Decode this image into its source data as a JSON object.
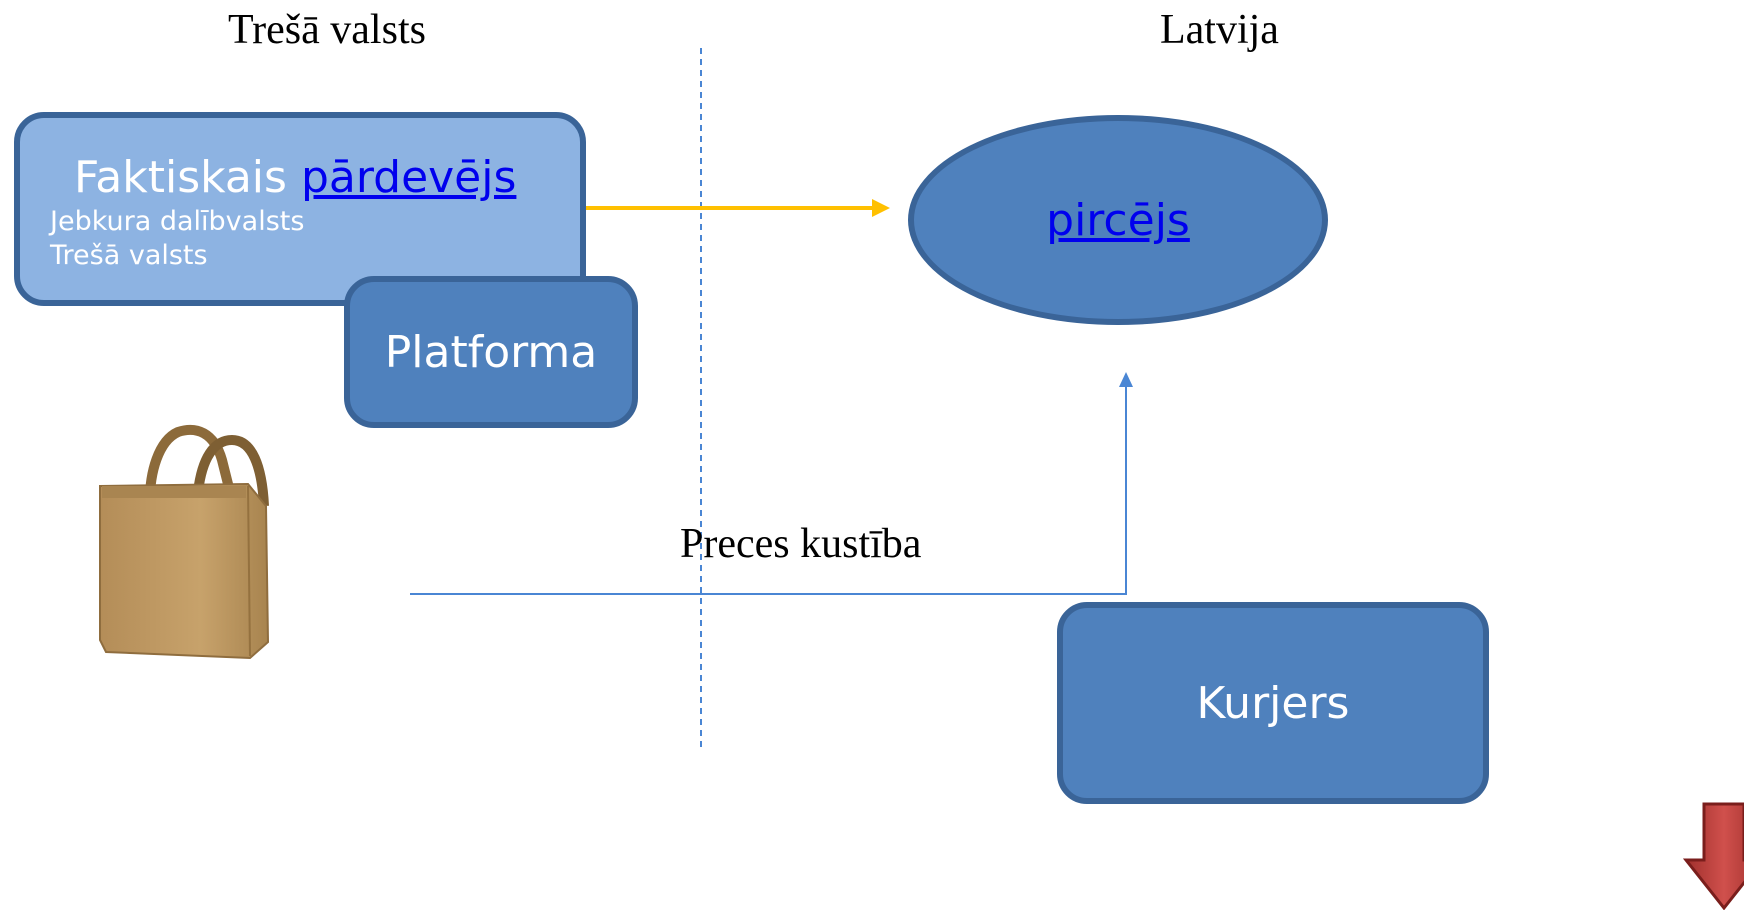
{
  "regions": {
    "left_label": "Trešā valsts",
    "right_label": "Latvija"
  },
  "seller": {
    "title_prefix": "Faktiskais",
    "title_link": "pārdevējs",
    "line1": "Jebkura dalībvalsts",
    "line2": "Trešā valsts"
  },
  "platform": {
    "label": "Platforma"
  },
  "buyer": {
    "label": "pircējs"
  },
  "courier": {
    "label": "Kurjers"
  },
  "movement": {
    "label": "Preces kustība"
  },
  "colors": {
    "box_light": "#8db3e2",
    "box_dark": "#4f81bd",
    "box_border": "#3a6498",
    "seller_arrow": "#ffc000",
    "flow_line": "#4a86d4",
    "divider": "#4a86d4",
    "down_arrow": "#c0504d",
    "link": "#0000ee"
  },
  "icons": {
    "bag": "shopping-bag-icon",
    "down_arrow": "down-arrow-icon"
  }
}
